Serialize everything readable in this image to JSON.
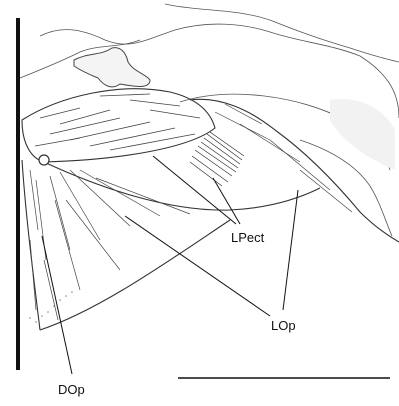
{
  "labels": {
    "lpect": "LPect",
    "lop": "LOp",
    "dop": "DOp"
  },
  "colors": {
    "ink": "#111111",
    "line": "#333333",
    "shade": "#e9e9e9"
  }
}
